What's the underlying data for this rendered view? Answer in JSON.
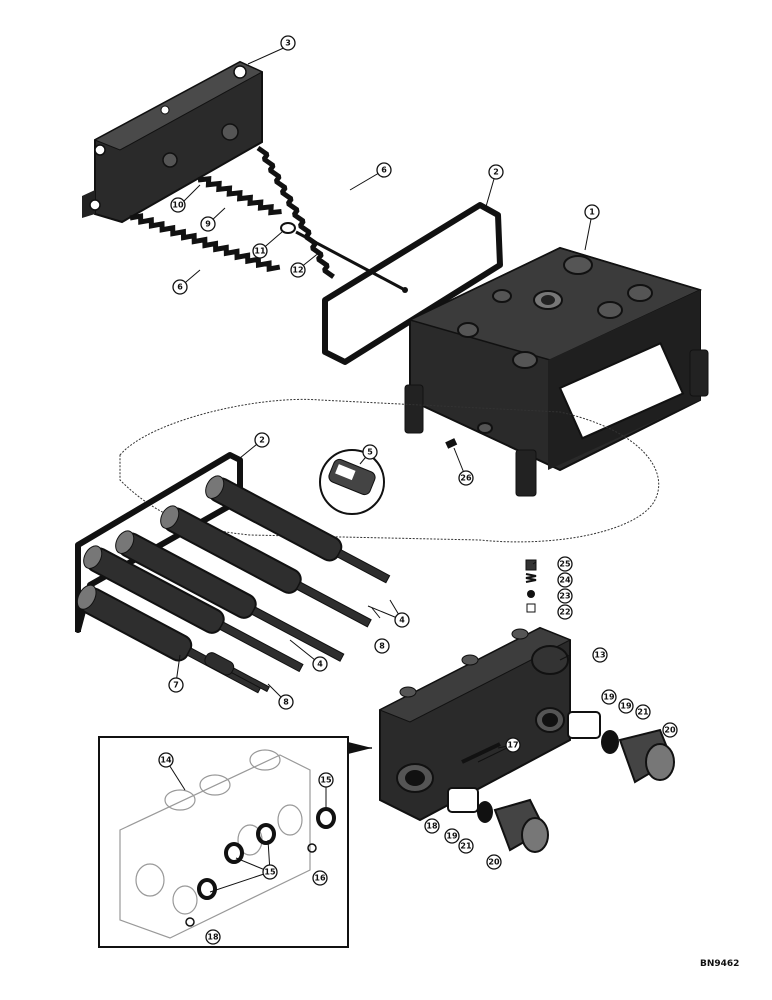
{
  "figure_id": "BN9462",
  "callouts": {
    "c3": "3",
    "c6a": "6",
    "c2a": "2",
    "c1": "1",
    "c10": "10",
    "c9": "9",
    "c11": "11",
    "c12": "12",
    "c6b": "6",
    "c2b": "2",
    "c5": "5",
    "c26": "26",
    "c25": "25",
    "c24": "24",
    "c23": "23",
    "c22": "22",
    "c4a": "4",
    "c8a": "8",
    "c4b": "4",
    "c7": "7",
    "c8b": "8",
    "c13": "13",
    "c17": "17",
    "c19a": "19",
    "c19b": "19",
    "c21a": "21",
    "c20a": "20",
    "c14": "14",
    "c15a": "15",
    "c15b": "15",
    "c16": "16",
    "c18a": "18",
    "c19c": "19",
    "c21b": "21",
    "c20b": "20",
    "c18b": "18"
  },
  "colors": {
    "ink": "#111111",
    "part_fill": "#2a2a2a",
    "gasket_fill": "#3a3a3a",
    "background": "#ffffff"
  }
}
